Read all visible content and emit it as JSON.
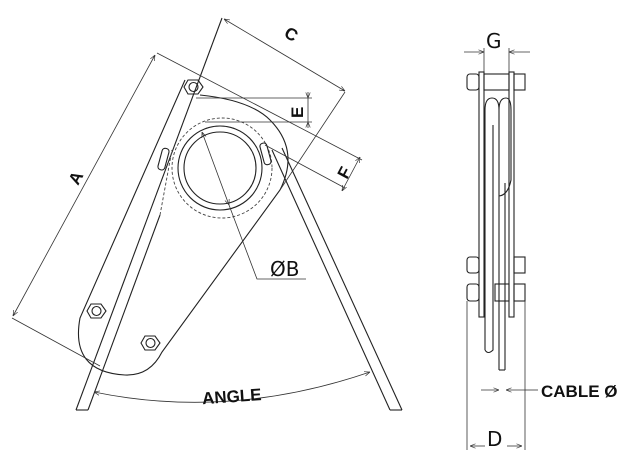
{
  "front_view": {
    "dim_a": "A",
    "dim_c": "C",
    "dim_e": "E",
    "dim_f": "F",
    "dim_b": "ØB",
    "angle": "ANGLE"
  },
  "side_view": {
    "dim_g": "G",
    "dim_d": "D",
    "cable": "CABLE Ø"
  }
}
